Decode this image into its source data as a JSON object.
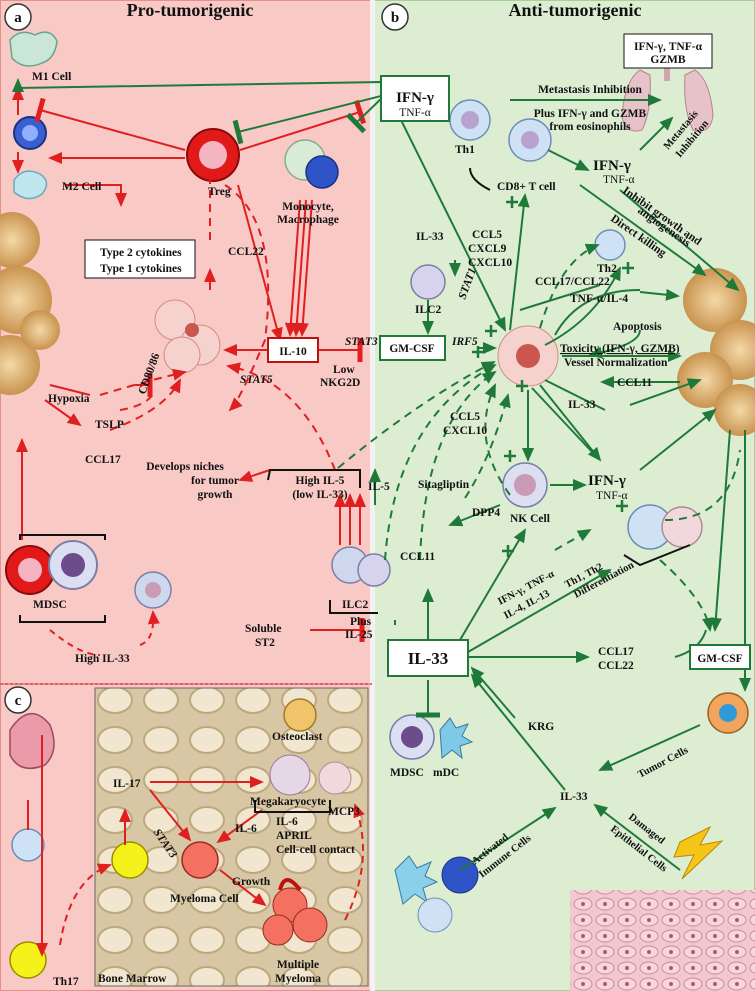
{
  "panels": {
    "a": {
      "letter": "a",
      "title": "Pro-tumorigenic"
    },
    "b": {
      "letter": "b",
      "title": "Anti-tumorigenic"
    },
    "c": {
      "letter": "c"
    }
  },
  "labels": {
    "m1_cell": "M1 Cell",
    "m2_cell": "M2 Cell",
    "treg": "Treg",
    "mono1": "Monocyte,",
    "mono2": "Macrophage",
    "type2": "Type 2 cytokines",
    "type1": "Type 1 cytokines",
    "ccl22_a": "CCL22",
    "il10": "IL-10",
    "stat3_a": "STAT3",
    "low1": "Low",
    "low2": "NKG2D",
    "stat5": "STAT5",
    "hypoxia": "Hypoxia",
    "cd80": "CD80/86",
    "tslp": "TSLP",
    "ccl17_a": "CCL17",
    "niche1": "Develops niches",
    "niche2": "for tumor",
    "niche3": "growth",
    "hil5_1": "High IL-5",
    "hil5_2": "(low IL-33)",
    "il5": "IL-5",
    "mdsc_a": "MDSC",
    "high_il33": "High IL-33",
    "ilc2_a": "ILC2",
    "plus1": "Plus",
    "plus2": "IL-25",
    "sol1": "Soluble",
    "sol2": "ST2",
    "ifng_box_1": "IFN-γ",
    "ifng_box_2": "TNF-α",
    "metinh1": "Metastasis Inhibition",
    "metinh2": "Plus IFN-γ and GZMB",
    "metinh3": "from eosinophils",
    "lung1": "IFN-γ, TNF-α",
    "lung2": "GZMB",
    "th1": "Th1",
    "cd8": "CD8+ T cell",
    "ifng2_1": "IFN-γ",
    "ifng2_2": "TNF-α",
    "metinh_rot1": "Metastasis",
    "metinh_rot2": "Inhibition",
    "inhibit1": "Inhibit growth and",
    "inhibit2": "angiogenesis",
    "direct": "Direct killing",
    "il33_b": "IL-33",
    "ilc2_b": "ILC2",
    "ccl5": "CCL5",
    "cxcl9": "CXCL9",
    "cxcl10": "CXCL10",
    "stat1": "STAT1",
    "th2": "Th2",
    "ccl17_22": "CCL17/CCL22",
    "tnf_il4": "TNF-α/IL-4",
    "gmcsf1": "GM-CSF",
    "irf5": "IRF5",
    "apoptosis": "Apoptosis",
    "toxicity": "Toxicity (IFN-γ, GZMB)",
    "vessel": "Vessel Normalization",
    "ccl11_r": "CCL11",
    "il33_r": "IL-33",
    "ccl5b": "CCL5",
    "cxcl10b": "CXCL10",
    "ifng3_1": "IFN-γ",
    "ifng3_2": "TNF-α",
    "sitag": "Sitagliptin",
    "dpp4": "DPP4",
    "nkcell": "NK Cell",
    "ccl11_l": "CCL11",
    "cytok1": "IFN-γ, TNF-α",
    "cytok2": "IL-4, IL-13",
    "diff1": "Th1, Th2",
    "diff2": "Differentiation",
    "il33_main": "IL-33",
    "ccl17b": "CCL17",
    "ccl22b": "CCL22",
    "gmcsf2": "GM-CSF",
    "krg": "KRG",
    "tumorcells": "Tumor Cells",
    "mdsc_b": "MDSC",
    "mdc": "mDC",
    "il33_low": "IL-33",
    "act1": "Activated",
    "act2": "Immune Cells",
    "dam1": "Damaged",
    "dam2": "Epithelial Cells",
    "osteoclast": "Osteoclast",
    "il17": "IL-17",
    "mega": "Megakaryocyte",
    "stat3_c": "STAT3",
    "il6a": "IL-6",
    "il6b": "IL-6",
    "april": "APRIL",
    "cellcell": "Cell-cell contact",
    "mcp3": "MCP3",
    "myeloma": "Myeloma Cell",
    "growth": "Growth",
    "multi1": "Multiple",
    "multi2": "Myeloma",
    "th17": "Th17",
    "bonemarrow": "Bone Marrow"
  },
  "colors": {
    "pro_bg": "#f9c9c6",
    "anti_bg": "#dcedd2",
    "red_arrow": "#e02020",
    "green_arrow": "#1f7a3a"
  }
}
